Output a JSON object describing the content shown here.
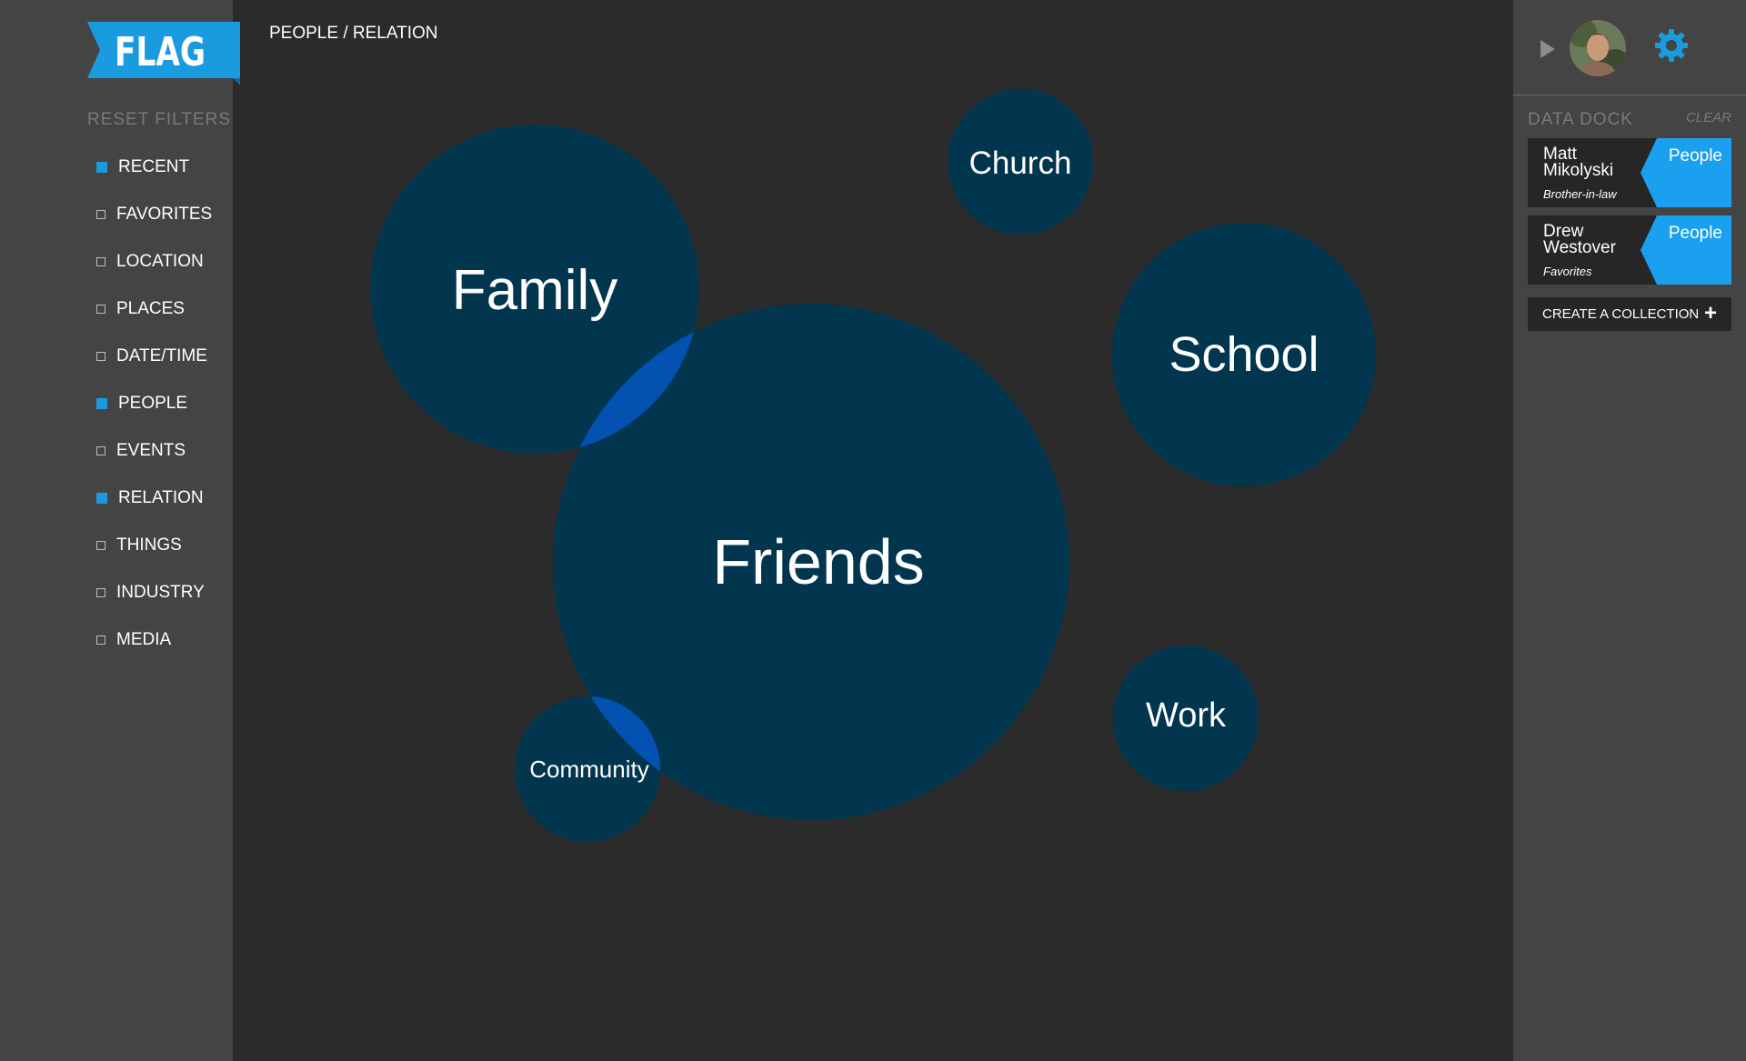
{
  "app": {
    "logo_text": "FLAG"
  },
  "sidebar": {
    "reset_label": "RESET  FILTERS",
    "filters": [
      {
        "label": "RECENT",
        "active": true
      },
      {
        "label": "FAVORITES",
        "active": false
      },
      {
        "label": "LOCATION",
        "active": false
      },
      {
        "label": "PLACES",
        "active": false
      },
      {
        "label": "DATE/TIME",
        "active": false
      },
      {
        "label": "PEOPLE",
        "active": true
      },
      {
        "label": "EVENTS",
        "active": false
      },
      {
        "label": "RELATION",
        "active": true
      },
      {
        "label": "THINGS",
        "active": false
      },
      {
        "label": "INDUSTRY",
        "active": false
      },
      {
        "label": "MEDIA",
        "active": false
      }
    ]
  },
  "breadcrumb": "PEOPLE / RELATION",
  "bubbles": [
    {
      "label": "Family"
    },
    {
      "label": "Church"
    },
    {
      "label": "School"
    },
    {
      "label": "Friends"
    },
    {
      "label": "Work"
    },
    {
      "label": "Community"
    }
  ],
  "colors": {
    "bubble": "#02364e",
    "overlap": "#0352b2",
    "accent": "#1a9be0",
    "panel": "#444444",
    "canvas": "#2b2b2b"
  },
  "right_panel": {
    "dock_title": "DATA DOCK",
    "clear_label": "CLEAR",
    "cards": [
      {
        "name": "Matt Mikolyski",
        "subtitle": "Brother-in-law",
        "tag": "People"
      },
      {
        "name": "Drew Westover",
        "subtitle": "Favorites",
        "tag": "People"
      }
    ],
    "create_collection_label": "CREATE A COLLECTION",
    "icons": [
      "play-icon",
      "avatar",
      "gear-icon",
      "plus-icon"
    ]
  }
}
